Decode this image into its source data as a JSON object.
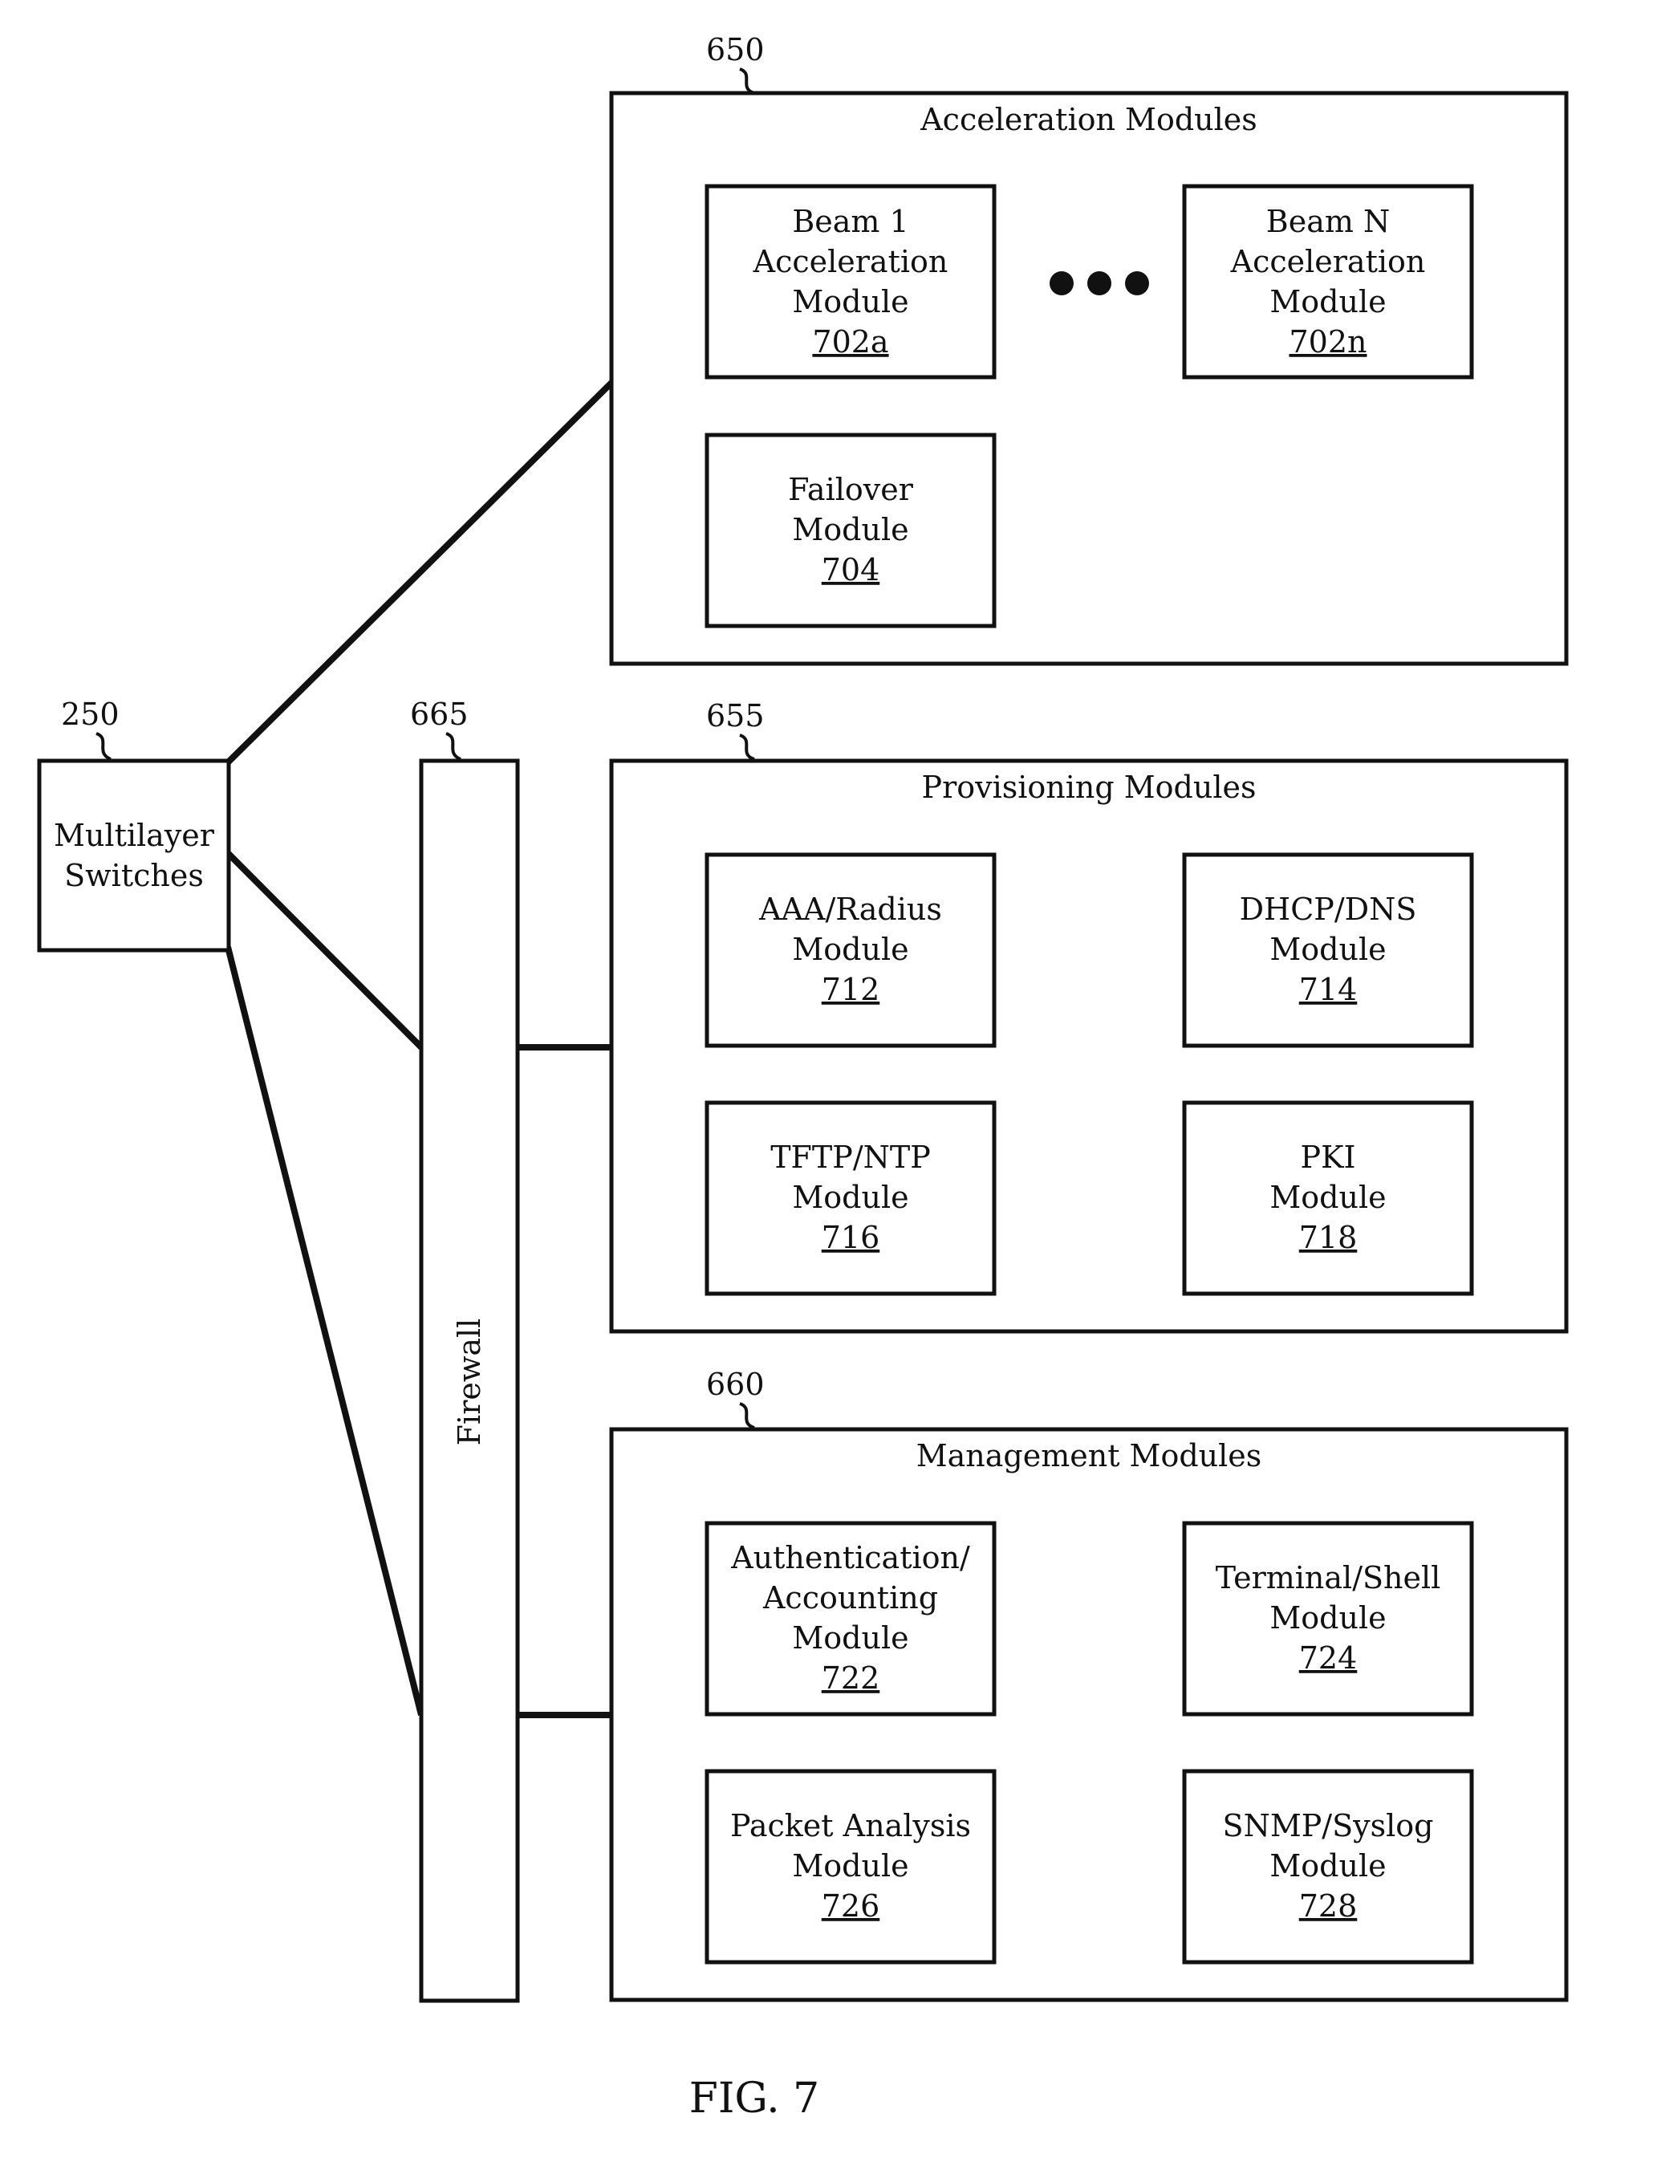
{
  "figure_label": "FIG. 7",
  "switches": {
    "ref": "250",
    "line1": "Multilayer",
    "line2": "Switches"
  },
  "firewall": {
    "ref": "665",
    "label": "Firewall"
  },
  "groups": {
    "acceleration": {
      "ref": "650",
      "title": "Acceleration Modules"
    },
    "provisioning": {
      "ref": "655",
      "title": "Provisioning Modules"
    },
    "management": {
      "ref": "660",
      "title": "Management Modules"
    }
  },
  "modules": {
    "beam1": {
      "lines": [
        "Beam 1",
        "Acceleration",
        "Module"
      ],
      "ref": "702a"
    },
    "beamn": {
      "lines": [
        "Beam N",
        "Acceleration",
        "Module"
      ],
      "ref": "702n"
    },
    "failover": {
      "lines": [
        "Failover",
        "Module"
      ],
      "ref": "704"
    },
    "aaa": {
      "lines": [
        "AAA/Radius",
        "Module"
      ],
      "ref": "712"
    },
    "dhcp": {
      "lines": [
        "DHCP/DNS",
        "Module"
      ],
      "ref": "714"
    },
    "tftp": {
      "lines": [
        "TFTP/NTP",
        "Module"
      ],
      "ref": "716"
    },
    "pki": {
      "lines": [
        "PKI",
        "Module"
      ],
      "ref": "718"
    },
    "auth": {
      "lines": [
        "Authentication/",
        "Accounting",
        "Module"
      ],
      "ref": "722"
    },
    "terminal": {
      "lines": [
        "Terminal/Shell",
        "Module"
      ],
      "ref": "724"
    },
    "packet": {
      "lines": [
        "Packet Analysis",
        "Module"
      ],
      "ref": "726"
    },
    "snmp": {
      "lines": [
        "SNMP/Syslog",
        "Module"
      ],
      "ref": "728"
    }
  }
}
